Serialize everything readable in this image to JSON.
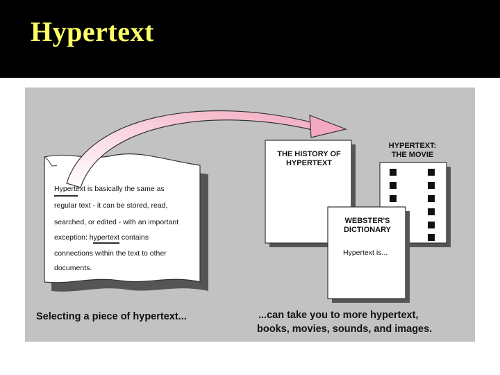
{
  "slide": {
    "title": "Hypertext"
  },
  "colors": {
    "header_bg": "#000000",
    "title": "#ffff66",
    "panel_bg": "#c2c2c2",
    "arrow": "#f3b6c6"
  },
  "document": {
    "lines": [
      "Hypertext is basically the same as",
      "regular text - it can be stored, read,",
      "searched, or edited - with an important",
      "exception: hypertext contains",
      "connections within the text to other",
      "documents."
    ]
  },
  "books": {
    "history_title": "THE HISTORY OF\nHYPERTEXT",
    "movie_title": "HYPERTEXT:\nTHE MOVIE",
    "dictionary_title": "WEBSTER'S\nDICTIONARY",
    "dictionary_text": "Hypertext is..."
  },
  "captions": {
    "left": "Selecting a piece of hypertext...",
    "right_line1": "...can take you to more hypertext,",
    "right_line2": "books, movies, sounds, and images."
  }
}
